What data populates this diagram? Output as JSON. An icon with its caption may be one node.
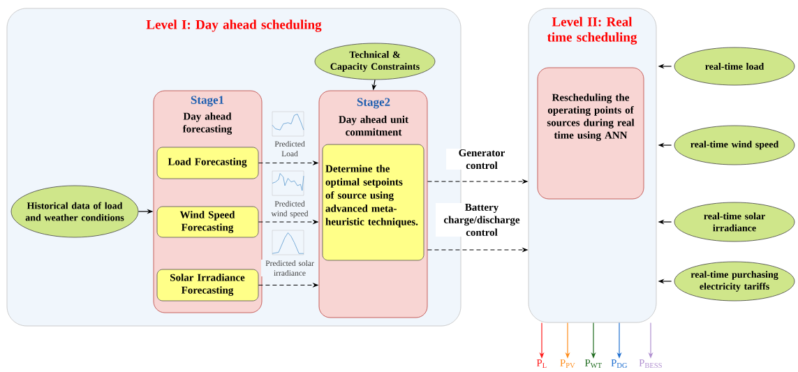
{
  "diagram": {
    "nodes": [
      {
        "text": [
          "Level I: Day ahead scheduling"
        ]
      },
      {
        "text": [
          "Stage1",
          "Day ahead forecasting"
        ],
        "in": 0
      },
      {
        "text": [
          "Load Forecasting"
        ],
        "in": 1
      },
      {
        "text": [
          "Wind Speed Forecasting"
        ],
        "in": 1
      },
      {
        "text": [
          "Solar Irradiance Forecasting"
        ],
        "in": 1
      },
      {
        "text": [
          "Stage2",
          "Day ahead unit commitment"
        ],
        "in": 0
      },
      {
        "text": [
          "Determine the optimal setpoints of source using advanced meta-heuristic techniques."
        ],
        "in": 5
      },
      {
        "text": [
          "Technical & Capacity Constraints"
        ],
        "in": 0
      },
      {
        "text": [
          "Historical data of load and weather conditions"
        ],
        "in": 0
      },
      {
        "text": [
          "Level II: Real time scheduling"
        ]
      },
      {
        "text": [
          "Rescheduling the operating points of sources during real time using ANN"
        ],
        "in": 9
      },
      {
        "text": [
          "real-time load"
        ]
      },
      {
        "text": [
          "real-time wind speed"
        ]
      },
      {
        "text": [
          "real-time solar irradiance"
        ]
      },
      {
        "text": [
          "real-time purchasing electricity tariffs"
        ]
      },
      {
        "text": [
          "P$_{L}$"
        ]
      },
      {
        "text": [
          "P$_{PV}$"
        ]
      },
      {
        "text": [
          "P$_{WT}$"
        ]
      },
      {
        "text": [
          "P$_{DG}$"
        ]
      },
      {
        "text": [
          "P$_{BESS}$"
        ]
      }
    ],
    "edges": [
      {
        "from": 8,
        "to": 1,
        "arrow": "to"
      },
      {
        "from": 7,
        "to": 5,
        "arrow": "to"
      },
      {
        "from": 2,
        "to": 5,
        "arrow": "to",
        "style": "dashed",
        "label": "Predicted Load"
      },
      {
        "from": 3,
        "to": 5,
        "arrow": "to",
        "style": "dashed",
        "label": "Predicted wind speed"
      },
      {
        "from": 4,
        "to": 5,
        "arrow": "to",
        "style": "dashed",
        "label": "Predicted solar irradiance"
      },
      {
        "from": 5,
        "to": 9,
        "arrow": "to",
        "style": "dashed",
        "label": "Generator control"
      },
      {
        "from": 5,
        "to": 9,
        "arrow": "to",
        "style": "dashed",
        "label": "Battery charge/discharge control"
      },
      {
        "from": 11,
        "to": 9,
        "arrow": "to"
      },
      {
        "from": 12,
        "to": 9,
        "arrow": "to"
      },
      {
        "from": 13,
        "to": 9,
        "arrow": "to"
      },
      {
        "from": 14,
        "to": 9,
        "arrow": "to"
      },
      {
        "from": 9,
        "to": 15,
        "arrow": "to",
        "color": "#ff1a1a"
      },
      {
        "from": 9,
        "to": 16,
        "arrow": "to",
        "color": "#ff8c1a"
      },
      {
        "from": 9,
        "to": 17,
        "arrow": "to",
        "color": "#1e6b1e"
      },
      {
        "from": 9,
        "to": 18,
        "arrow": "to",
        "color": "#1f6fd0"
      },
      {
        "from": 9,
        "to": 19,
        "arrow": "to",
        "color": "#b08fd0"
      }
    ]
  }
}
